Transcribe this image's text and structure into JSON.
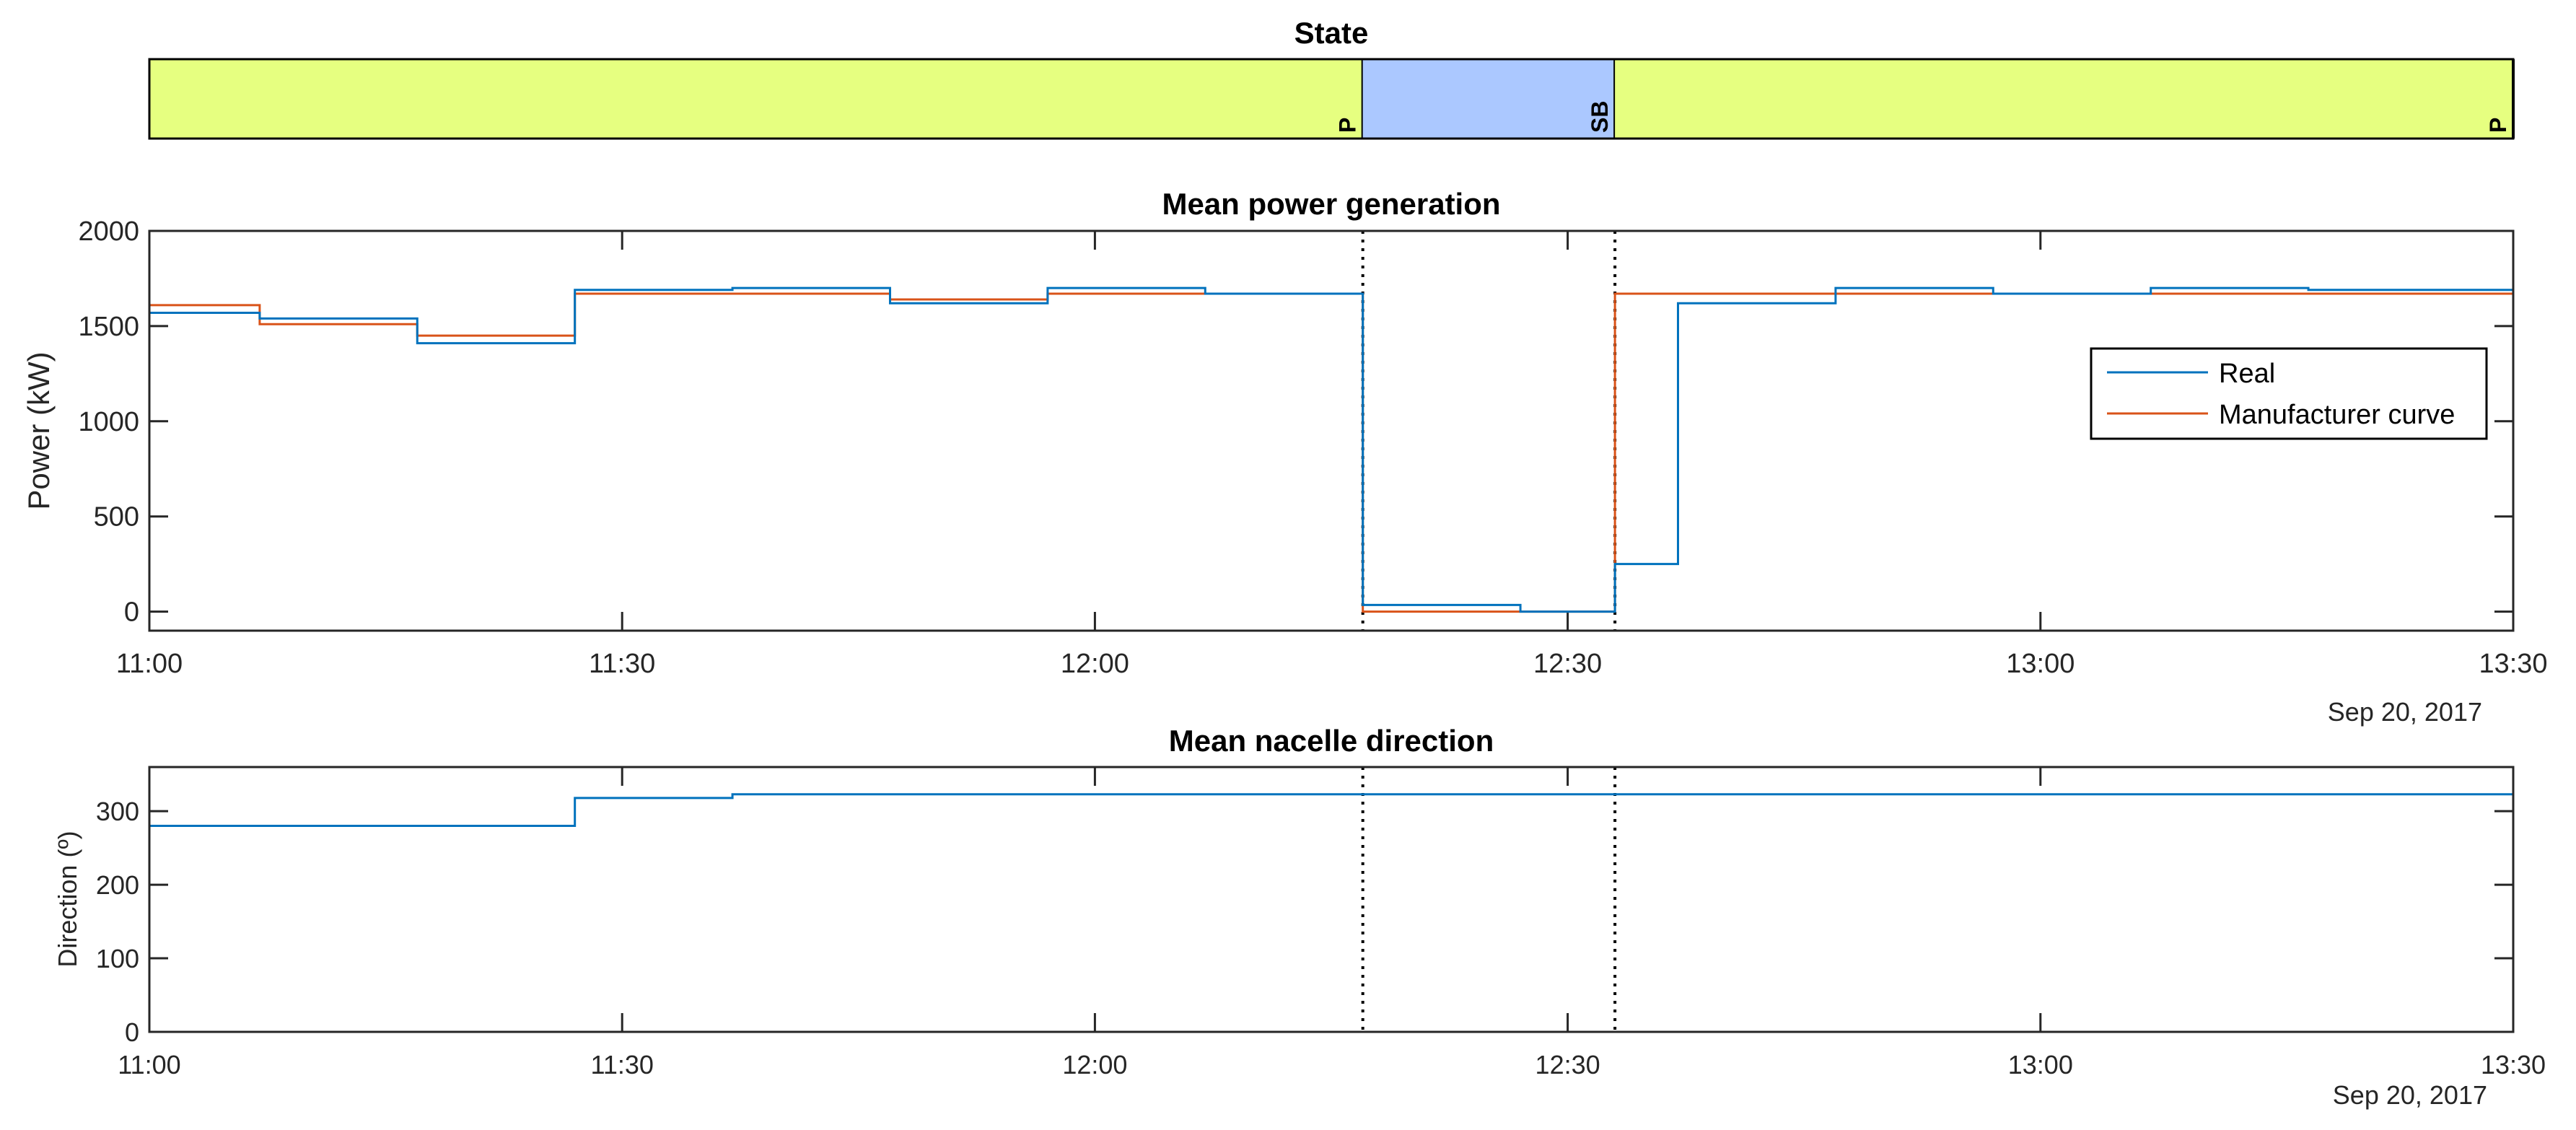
{
  "chart_data": [
    {
      "type": "state_band",
      "title": "State",
      "xlim": [
        "11:00",
        "13:30"
      ],
      "segments": [
        {
          "start": "11:00",
          "end": "12:17",
          "label": "P",
          "color": "#e6ff80"
        },
        {
          "start": "12:17",
          "end": "12:33",
          "label": "SB",
          "color": "#abc8ff"
        },
        {
          "start": "12:33",
          "end": "13:30",
          "label": "P",
          "color": "#e6ff80"
        }
      ]
    },
    {
      "type": "line",
      "step": true,
      "title": "Mean power generation",
      "xlabel": "",
      "ylabel": "Power (kW)",
      "xlim": [
        "11:00",
        "13:30"
      ],
      "ylim": [
        -100,
        2000
      ],
      "x_ticks": [
        "11:00",
        "11:30",
        "12:00",
        "12:30",
        "13:00",
        "13:30"
      ],
      "y_ticks": [
        0,
        500,
        1000,
        1500,
        2000
      ],
      "date_label": "Sep 20, 2017",
      "legend_position": "right",
      "vlines": [
        "12:17",
        "12:33"
      ],
      "series": [
        {
          "name": "Real",
          "color": "#0072BD",
          "x": [
            "11:00",
            "11:07",
            "11:17",
            "11:27",
            "11:37",
            "11:47",
            "11:57",
            "12:07",
            "12:17",
            "12:27",
            "12:33",
            "12:37",
            "12:47",
            "12:57",
            "13:07",
            "13:17",
            "13:27",
            "13:30"
          ],
          "y": [
            1570,
            1540,
            1410,
            1690,
            1700,
            1620,
            1700,
            1670,
            35,
            0,
            250,
            1620,
            1700,
            1670,
            1700,
            1690,
            1690,
            1690
          ]
        },
        {
          "name": "Manufacturer curve",
          "color": "#D95319",
          "x": [
            "11:00",
            "11:07",
            "11:17",
            "11:27",
            "11:37",
            "11:47",
            "11:57",
            "12:07",
            "12:17",
            "12:27",
            "12:33",
            "12:37",
            "12:47",
            "12:57",
            "13:07",
            "13:17",
            "13:27",
            "13:30"
          ],
          "y": [
            1610,
            1510,
            1450,
            1670,
            1670,
            1640,
            1670,
            1670,
            0,
            0,
            1670,
            1670,
            1670,
            1670,
            1670,
            1670,
            1670,
            1670
          ]
        }
      ]
    },
    {
      "type": "line",
      "step": true,
      "title": "Mean nacelle direction",
      "xlabel": "",
      "ylabel": "Direction (º)",
      "xlim": [
        "11:00",
        "13:30"
      ],
      "ylim": [
        0,
        360
      ],
      "x_ticks": [
        "11:00",
        "11:30",
        "12:00",
        "12:30",
        "13:00",
        "13:30"
      ],
      "y_ticks": [
        0,
        100,
        200,
        300
      ],
      "date_label": "Sep 20, 2017",
      "vlines": [
        "12:17",
        "12:33"
      ],
      "series": [
        {
          "color": "#0072BD",
          "x": [
            "11:00",
            "11:07",
            "11:17",
            "11:27",
            "11:37",
            "11:47",
            "11:57",
            "12:07",
            "12:17",
            "12:27",
            "12:37",
            "12:47",
            "12:57",
            "13:07",
            "13:17",
            "13:27",
            "13:30"
          ],
          "y": [
            280,
            280,
            280,
            318,
            323,
            323,
            323,
            323,
            323,
            323,
            323,
            323,
            323,
            323,
            323,
            323,
            323
          ]
        }
      ]
    }
  ]
}
